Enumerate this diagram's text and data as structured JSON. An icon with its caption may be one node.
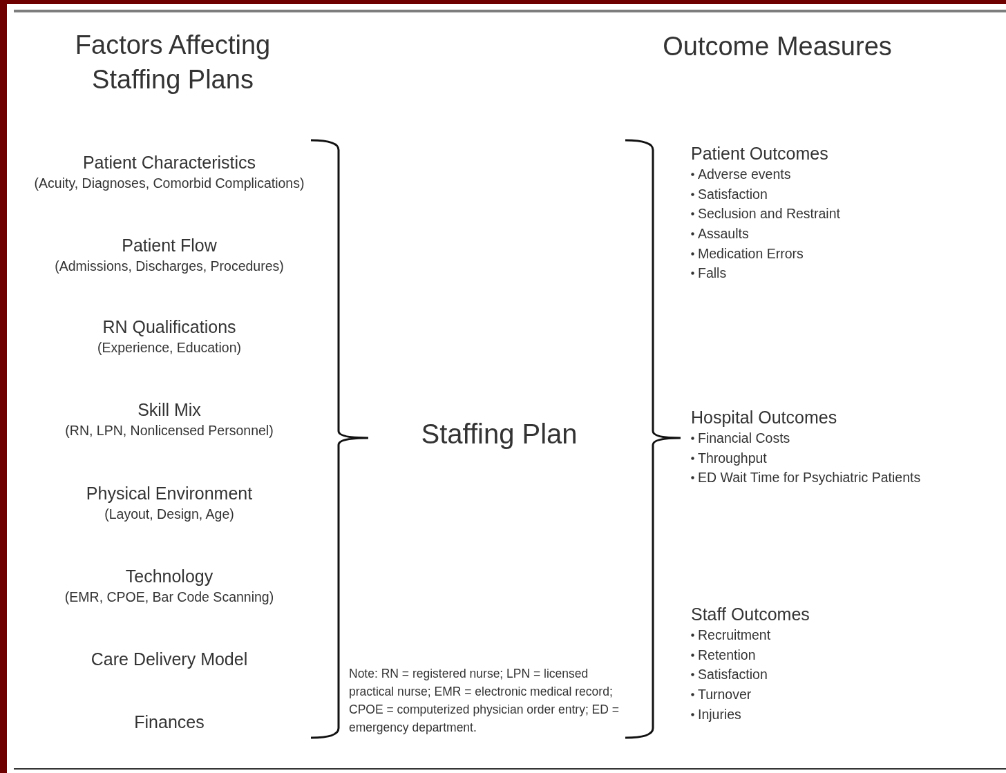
{
  "diagram": {
    "nodes": [
      {
        "text": [
          "Patient Characteristics",
          "(Acuity, Diagnoses, Comorbid Complications)"
        ]
      },
      {
        "text": [
          "Patient Flow",
          "(Admissions, Discharges, Procedures)"
        ]
      },
      {
        "text": [
          "RN Qualifications",
          "(Experience, Education)"
        ]
      },
      {
        "text": [
          "Skill Mix",
          "(RN, LPN, Nonlicensed Personnel)"
        ]
      },
      {
        "text": [
          "Physical Environment",
          "(Layout, Design, Age)"
        ]
      },
      {
        "text": [
          "Technology",
          "(EMR, CPOE, Bar Code Scanning)"
        ]
      },
      {
        "text": [
          "Care Delivery Model"
        ]
      },
      {
        "text": [
          "Finances"
        ]
      },
      {
        "text": [
          "Staffing Plan"
        ]
      },
      {
        "text": [
          "Patient Outcomes",
          "Adverse events",
          "Satisfaction",
          "Seclusion and Restraint",
          "Assaults",
          "Medication Errors",
          "Falls"
        ]
      },
      {
        "text": [
          "Hospital Outcomes",
          "Financial Costs",
          "Throughput",
          "ED Wait Time for Psychiatric Patients"
        ]
      },
      {
        "text": [
          "Staff Outcomes",
          "Recruitment",
          "Retention",
          "Satisfaction",
          "Turnover",
          "Injuries"
        ]
      }
    ],
    "labels": [
      "Factors Affecting Staffing Plans",
      "Outcome Measures",
      "Note: RN = registered nurse; LPN = licensed practical nurse; EMR = electronic medical record; CPOE = computerized physician order entry; ED = emergency department."
    ]
  }
}
